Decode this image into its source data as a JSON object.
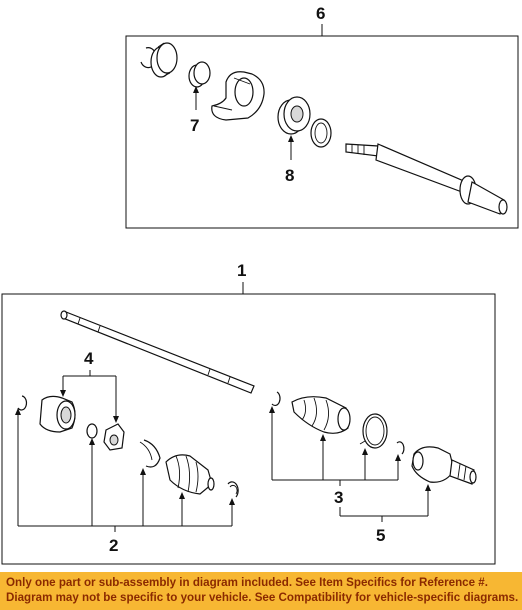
{
  "callouts": {
    "c1": "1",
    "c2": "2",
    "c3": "3",
    "c4": "4",
    "c5": "5",
    "c6": "6",
    "c7": "7",
    "c8": "8"
  },
  "notice": {
    "line1": "Only one part or sub-assembly in diagram included. See Item Specifics for Reference #.",
    "line2": "Diagram may not be specific to your vehicle. See Compatibility for vehicle-specific diagrams."
  },
  "colors": {
    "banner_background": "#f7b733",
    "banner_text": "#8b2a00",
    "line": "#111111"
  }
}
